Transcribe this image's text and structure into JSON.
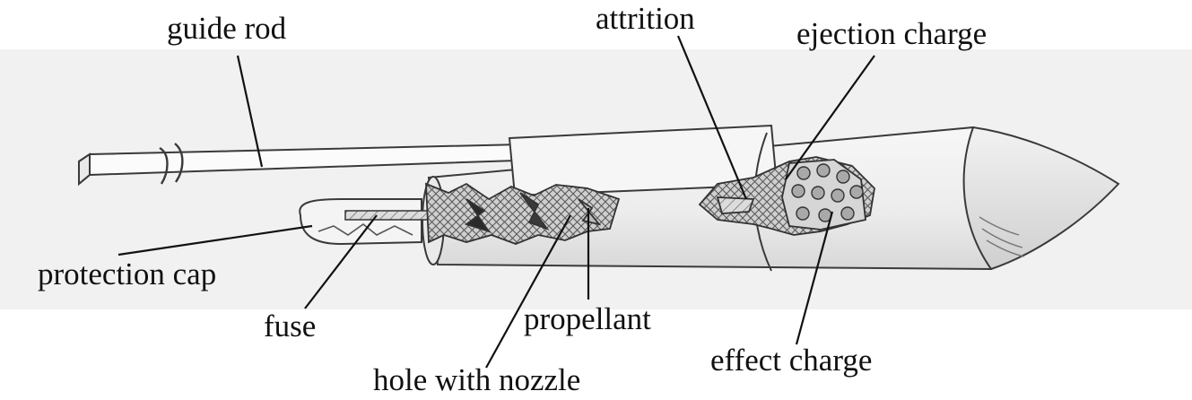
{
  "figure": {
    "labels": {
      "guide_rod": "guide rod",
      "attrition": "attrition",
      "ejection_charge": "ejection charge",
      "protection_cap": "protection cap",
      "fuse": "fuse",
      "propellant": "propellant",
      "hole_with_nozzle": "hole with nozzle",
      "effect_charge": "effect charge"
    },
    "colors": {
      "paper": "#f2f2f2",
      "ink": "#3a3a3a",
      "leader": "#111111",
      "shade": "#8a8a8a"
    }
  }
}
